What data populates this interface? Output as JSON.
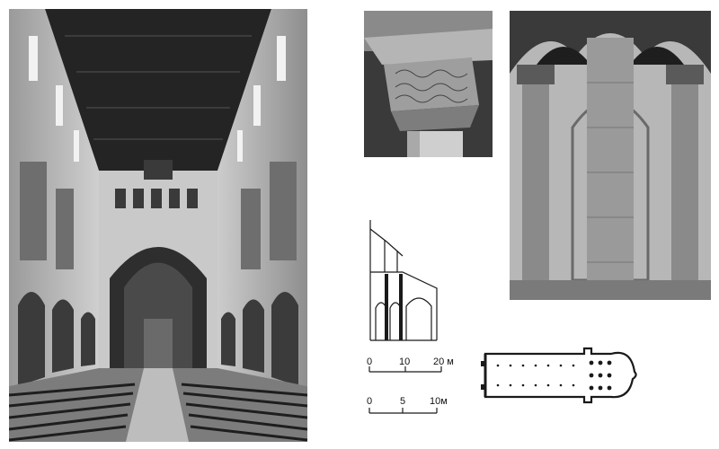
{
  "scale_bar_section": {
    "labels": [
      "0",
      "10",
      "20 м"
    ]
  },
  "scale_bar_plan": {
    "labels": [
      "0",
      "5",
      "10м"
    ]
  },
  "colors": {
    "ink": "#1a1a1a",
    "paper": "#ffffff",
    "photo_dark": "#2b2b2b",
    "photo_light": "#d8d8d8"
  }
}
